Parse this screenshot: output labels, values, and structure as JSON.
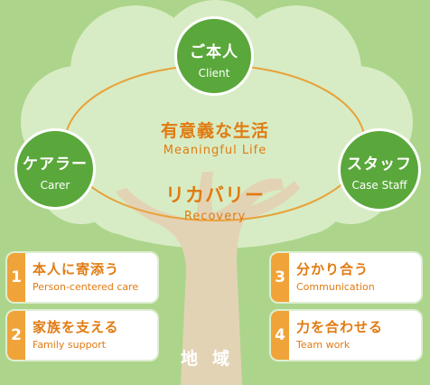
{
  "colors": {
    "background": "#acd58b",
    "canopy": "#d7ecc4",
    "trunk": "#e3d3b5",
    "node": "#5aa83b",
    "accent": "#e07b12",
    "badge": "#f0a338",
    "ellipse": "#e8a23a"
  },
  "nodes": {
    "client": {
      "jp": "ご本人",
      "en": "Client"
    },
    "carer": {
      "jp": "ケアラー",
      "en": "Carer"
    },
    "staff": {
      "jp": "スタッフ",
      "en": "Case Staff"
    }
  },
  "center": {
    "meaningful": {
      "jp": "有意義な生活",
      "en": "Meaningful Life"
    },
    "recovery": {
      "jp": "リカバリー",
      "en": "Recovery"
    }
  },
  "cards": [
    {
      "num": "1",
      "jp": "本人に寄添う",
      "en": "Person-centered care"
    },
    {
      "num": "2",
      "jp": "家族を支える",
      "en": "Family support"
    },
    {
      "num": "3",
      "jp": "分かり合う",
      "en": "Communication"
    },
    {
      "num": "4",
      "jp": "力を合わせる",
      "en": "Team work"
    }
  ],
  "region": "地域"
}
